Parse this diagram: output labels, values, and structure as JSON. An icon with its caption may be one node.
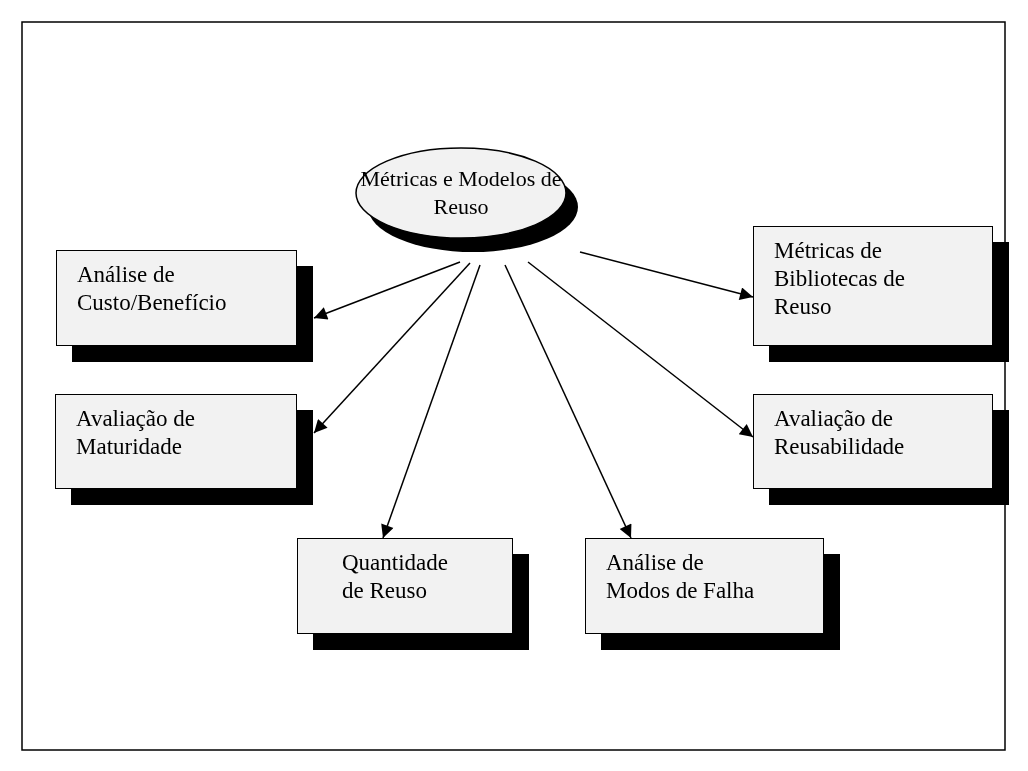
{
  "diagram": {
    "nodes": [
      {
        "text": [
          "Métricas e Modelos de Reuso"
        ]
      },
      {
        "text": [
          "Análise de Custo/Benefício"
        ]
      },
      {
        "text": [
          "Métricas de Bibliotecas de Reuso"
        ]
      },
      {
        "text": [
          "Avaliação de Maturidade"
        ]
      },
      {
        "text": [
          "Avaliação de Reusabilidade"
        ]
      },
      {
        "text": [
          "Quantidade de Reuso"
        ]
      },
      {
        "text": [
          "Análise de Modos de Falha"
        ]
      }
    ],
    "edges": [
      {
        "from": 0,
        "to": 1,
        "arrow": "to"
      },
      {
        "from": 0,
        "to": 3,
        "arrow": "to"
      },
      {
        "from": 0,
        "to": 5,
        "arrow": "to"
      },
      {
        "from": 0,
        "to": 6,
        "arrow": "to"
      },
      {
        "from": 0,
        "to": 4,
        "arrow": "to"
      },
      {
        "from": 0,
        "to": 2,
        "arrow": "to"
      }
    ]
  }
}
